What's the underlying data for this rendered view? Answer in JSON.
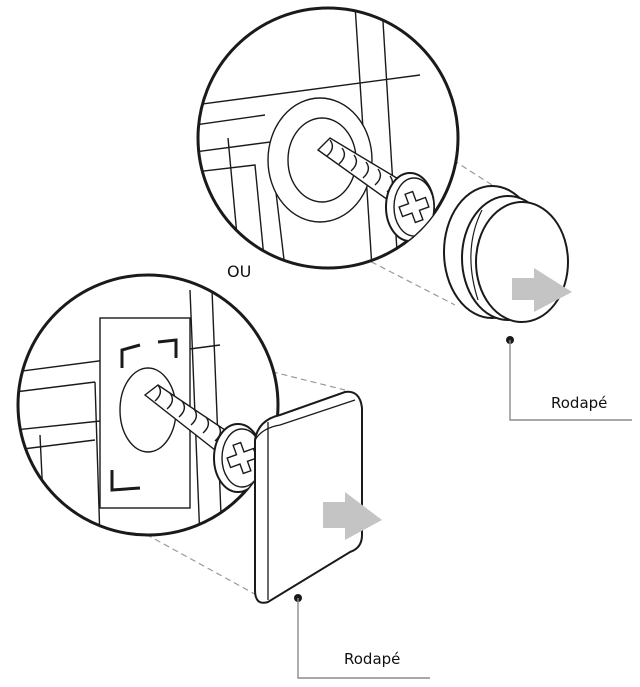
{
  "labels": {
    "or": "OU",
    "rodape_top": "Rodapé",
    "rodape_bottom": "Rodapé"
  },
  "colors": {
    "line": "#1a1a1a",
    "hidden_line": "#9a9a9a",
    "arrow": "#c4c4c4",
    "fill": "#ffffff"
  }
}
